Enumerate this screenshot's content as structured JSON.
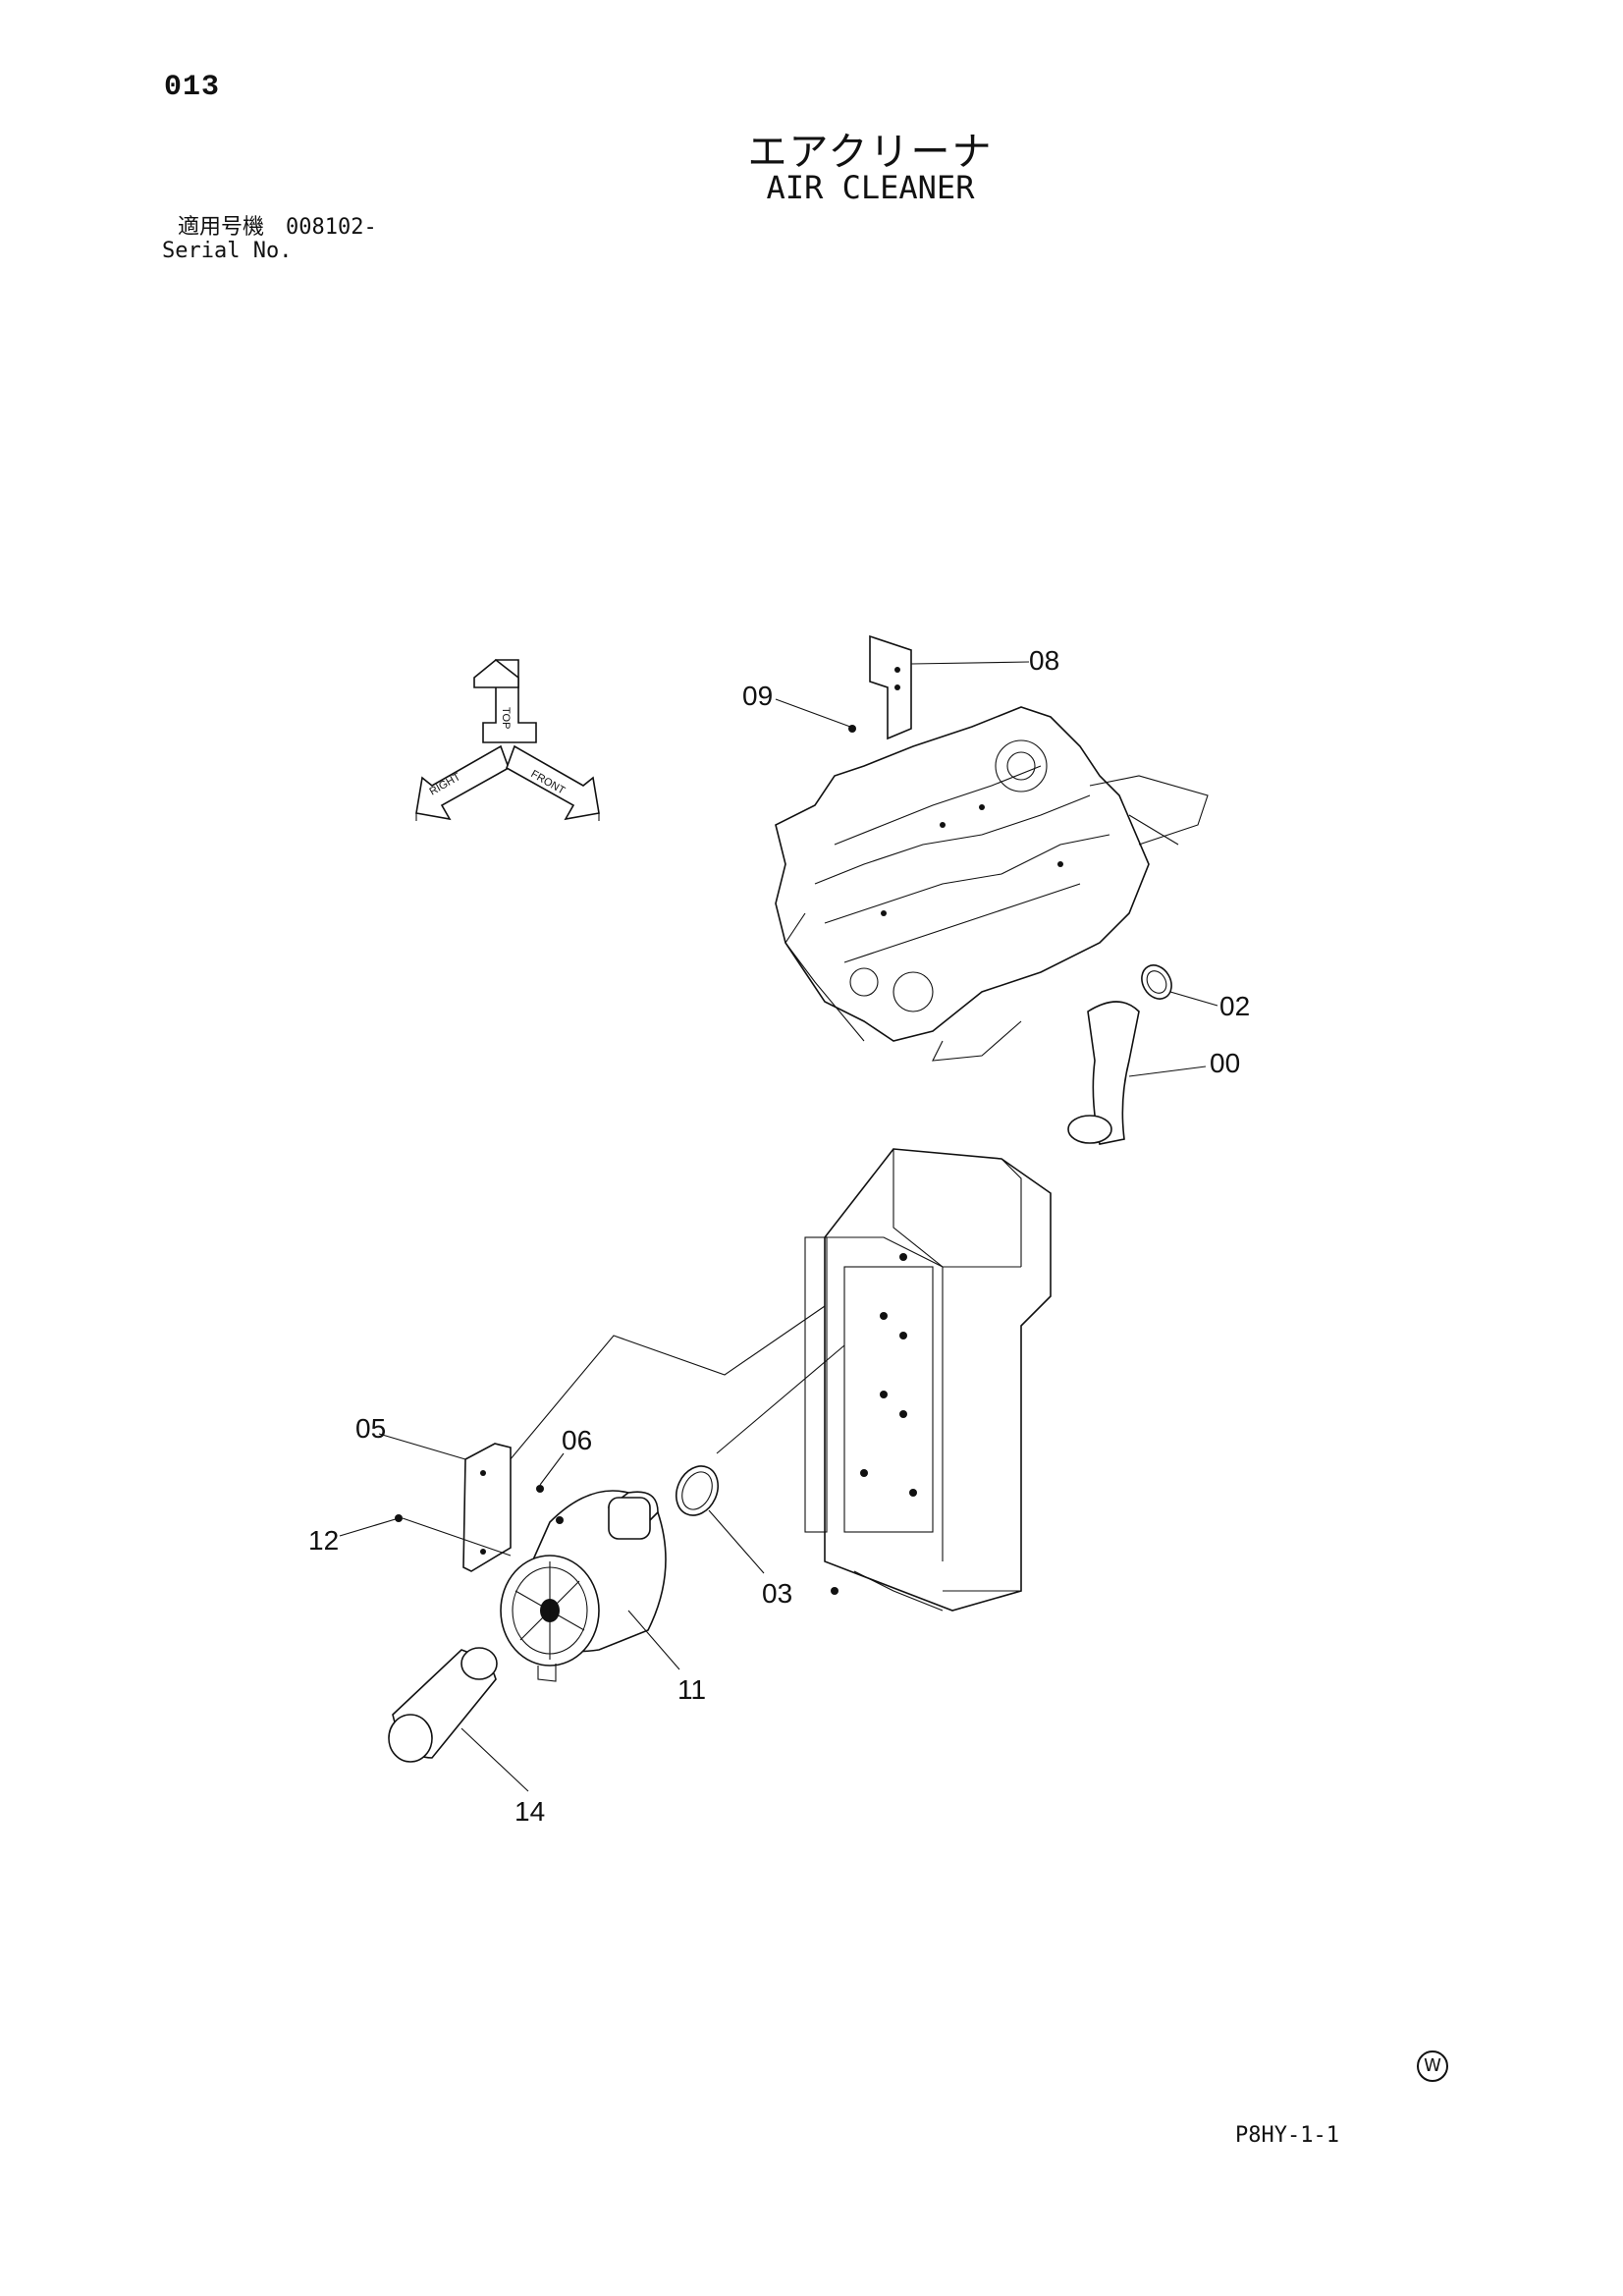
{
  "page": {
    "number": "013",
    "title_jp": "エアクリーナ",
    "title_en": "AIR CLEANER",
    "serial_label_jp": "適用号機",
    "serial_value": "008102-",
    "serial_label_en": "Serial No.",
    "plate_code": "P8HY-1-1",
    "corner_mark": "W"
  },
  "orientation_arrows": [
    "TOP",
    "RIGHT",
    "FRONT"
  ],
  "callouts": [
    "08",
    "09",
    "02",
    "00",
    "05",
    "06",
    "12",
    "03",
    "11",
    "14"
  ]
}
